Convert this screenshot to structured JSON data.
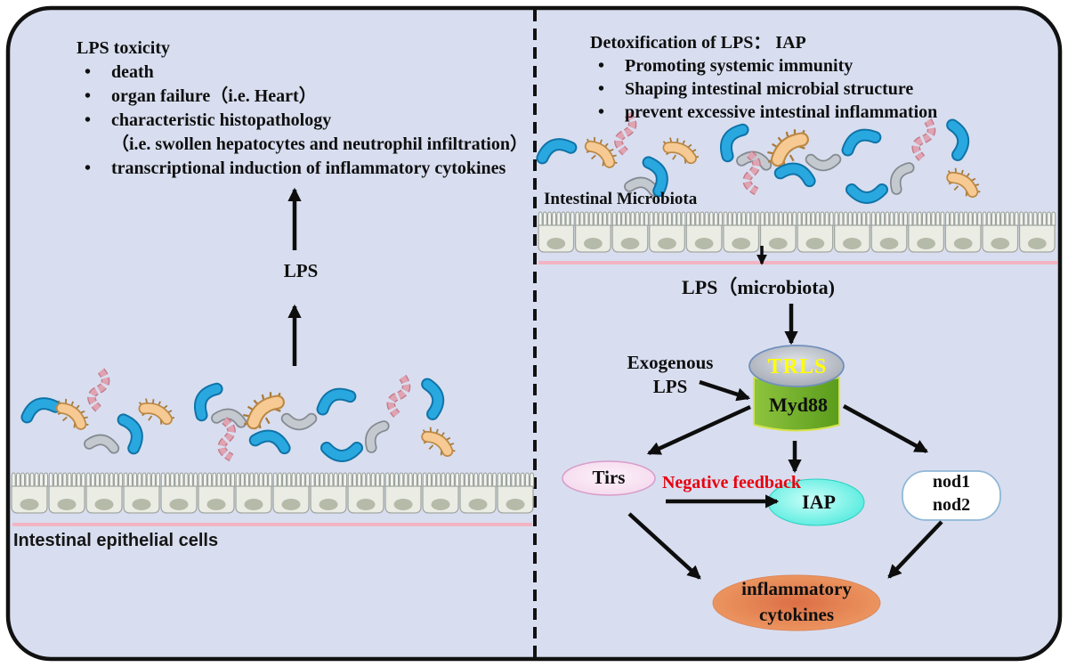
{
  "figure": {
    "left_panel": {
      "title": "LPS toxicity",
      "bullets": [
        {
          "marker": "•",
          "text": "death"
        },
        {
          "marker": "•",
          "text": "organ failure（i.e. Heart）"
        },
        {
          "marker": "•",
          "text": "characteristic histopathology"
        },
        {
          "marker": "",
          "text": "（i.e. swollen hepatocytes and neutrophil infiltration）"
        },
        {
          "marker": "•",
          "text": "transcriptional induction of inflammatory cytokines"
        }
      ],
      "lps_arrow_label": "LPS",
      "epithelium_label": "Intestinal epithelial cells"
    },
    "right_panel": {
      "title": "Detoxification of  LPS：  IAP",
      "bullets": [
        {
          "marker": "•",
          "text": "Promoting systemic immunity"
        },
        {
          "marker": "•",
          "text": "Shaping intestinal microbial structure"
        },
        {
          "marker": "•",
          "text": "prevent excessive intestinal inflammation"
        }
      ],
      "microbiota_label": "Intestinal Microbiota",
      "lps_source_label": "LPS（microbiota)",
      "exogenous_line1": "Exogenous",
      "exogenous_line2": "LPS",
      "receptor_label": "TRLS",
      "adaptor_label": "Myd88",
      "tirs_label": "Tirs",
      "negative_feedback_label": "Negative feedback",
      "iap_label": "IAP",
      "nod_line1": "nod1",
      "nod_line2": "nod2",
      "cytokines_line1": "inflammatory",
      "cytokines_line2": "cytokines"
    },
    "colors": {
      "panel_background": "#d8deef",
      "outline_black": "#111111",
      "membrane_pink": "#f2b4c3",
      "trls_text_yellow": "#ffff00",
      "myd88_green": "#6fae28",
      "tirs_pink": "#f7e0f0",
      "iap_cyan": "#3ce8da",
      "cytokines_orange": "#e4764d",
      "negative_feedback_red": "#e8000f",
      "bacteria_blue": "#29a8e0",
      "bacteria_orange": "#f6ca92",
      "bacteria_gray": "#c3c9cf",
      "bacteria_pink": "#e0a3b2"
    }
  }
}
